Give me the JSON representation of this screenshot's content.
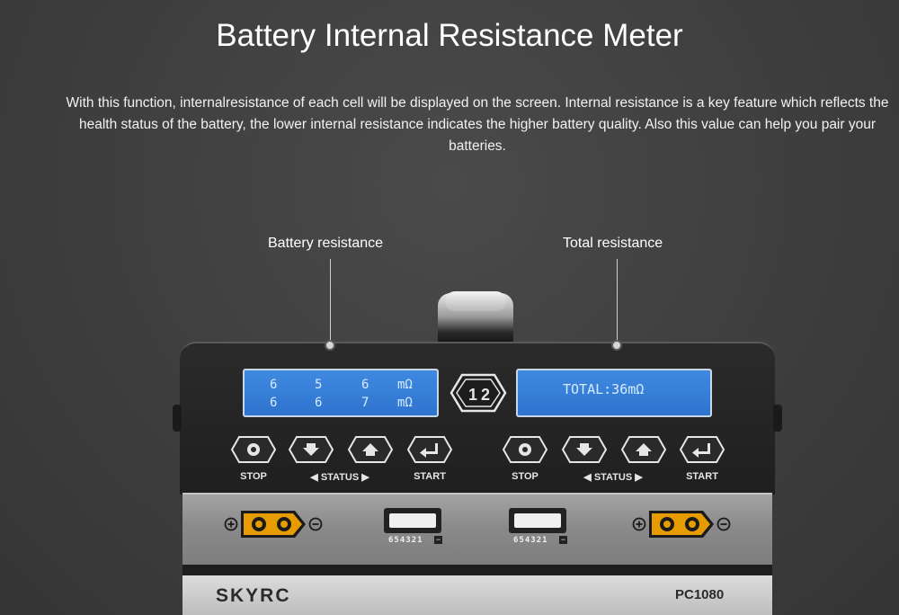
{
  "header": {
    "title": "Battery Internal Resistance Meter",
    "description": "With this function, internalresistance of each cell will be displayed on the screen. Internal resistance is a key feature which reflects the health status of the battery, the lower internal resistance indicates the higher battery quality. Also this value can help you pair your batteries."
  },
  "callouts": {
    "battery_resistance": "Battery resistance",
    "total_resistance": "Total resistance"
  },
  "left_lcd": {
    "row1": [
      "6",
      "5",
      "6",
      "mΩ"
    ],
    "row2": [
      "6",
      "6",
      "7",
      "mΩ"
    ]
  },
  "right_lcd": {
    "text": "TOTAL:36mΩ"
  },
  "badge": "1 2",
  "left_buttons": {
    "stop": "STOP",
    "status": "◀ STATUS ▶",
    "start": "START"
  },
  "right_buttons": {
    "stop": "STOP",
    "status": "◀ STATUS ▶",
    "start": "START"
  },
  "balance_ports": {
    "left": "654321",
    "right": "654321"
  },
  "brand": {
    "name": "SKYRC",
    "model": "PC1080"
  },
  "colors": {
    "lcd": "#3f89e0",
    "xt60": "#e69b00",
    "background": "#404040"
  },
  "icons": {
    "stop": "gear-icon",
    "down": "arrow-down-icon",
    "up": "arrow-up-icon",
    "start": "enter-icon",
    "plus": "plus-icon",
    "minus": "minus-icon"
  }
}
